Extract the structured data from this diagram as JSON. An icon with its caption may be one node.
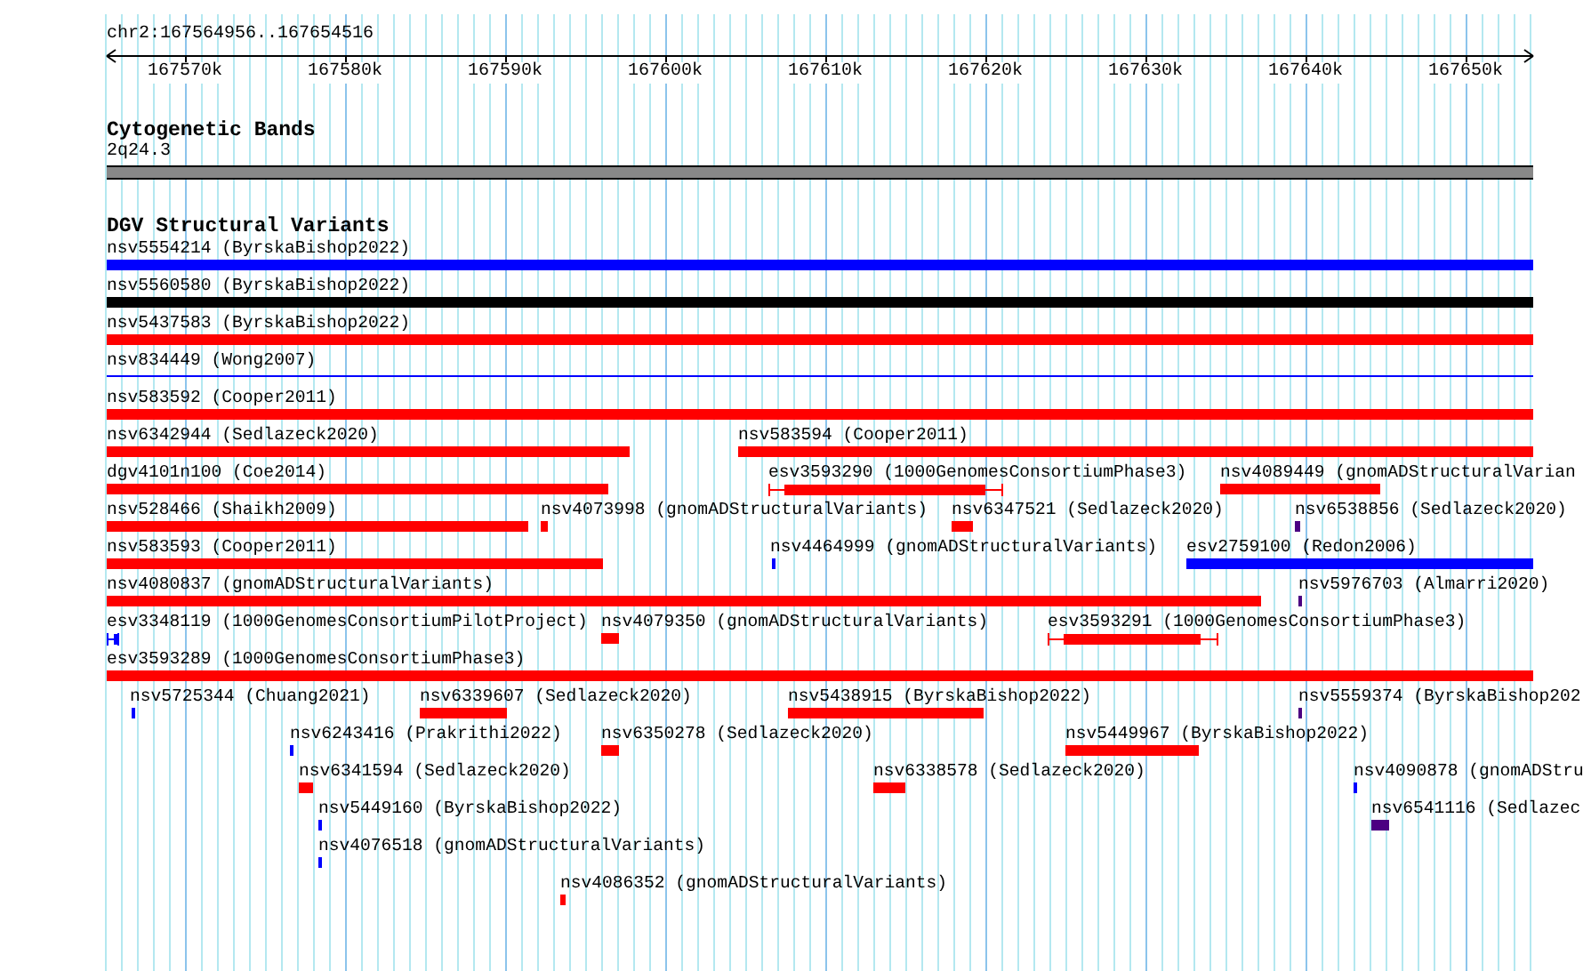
{
  "diagram": {
    "nodes": [
      {
        "text": [
          "2q24.3"
        ]
      },
      {
        "text": [
          "nsv5554214 (ByrskaBishop2022)"
        ]
      },
      {
        "text": [
          "nsv5560580 (ByrskaBishop2022)"
        ]
      },
      {
        "text": [
          "nsv5437583 (ByrskaBishop2022)"
        ]
      },
      {
        "text": [
          "nsv834449 (Wong2007)"
        ]
      },
      {
        "text": [
          "nsv583592 (Cooper2011)"
        ]
      },
      {
        "text": [
          "nsv6342944 (Sedlazeck2020)"
        ]
      },
      {
        "text": [
          "nsv583594 (Cooper2011)"
        ]
      },
      {
        "text": [
          "dgv4101n100 (Coe2014)"
        ]
      },
      {
        "text": [
          "esv3593290 (1000GenomesConsortiumPhase3)"
        ]
      },
      {
        "text": [
          "nsv4089449 (gnomADStructuralVarian"
        ]
      },
      {
        "text": [
          "nsv528466 (Shaikh2009)"
        ]
      },
      {
        "text": [
          "nsv4073998 (gnomADStructuralVariants)"
        ]
      },
      {
        "text": [
          "nsv6347521 (Sedlazeck2020)"
        ]
      },
      {
        "text": [
          "nsv6538856 (Sedlazeck2020)"
        ]
      },
      {
        "text": [
          "nsv583593 (Cooper2011)"
        ]
      },
      {
        "text": [
          "nsv4464999 (gnomADStructuralVariants)"
        ]
      },
      {
        "text": [
          "esv2759100 (Redon2006)"
        ]
      },
      {
        "text": [
          "nsv4080837 (gnomADStructuralVariants)"
        ]
      },
      {
        "text": [
          "nsv5976703 (Almarri2020)"
        ]
      },
      {
        "text": [
          "esv3348119 (1000GenomesConsortiumPilotProject)"
        ]
      },
      {
        "text": [
          "nsv4079350 (gnomADStructuralVariants)"
        ]
      },
      {
        "text": [
          "esv3593291 (1000GenomesConsortiumPhase3)"
        ]
      },
      {
        "text": [
          "esv3593289 (1000GenomesConsortiumPhase3)"
        ]
      },
      {
        "text": [
          "nsv5725344 (Chuang2021)"
        ]
      },
      {
        "text": [
          "nsv6339607 (Sedlazeck2020)"
        ]
      },
      {
        "text": [
          "nsv5438915 (ByrskaBishop2022)"
        ]
      },
      {
        "text": [
          "nsv5559374 (ByrskaBishop202"
        ]
      },
      {
        "text": [
          "nsv6243416 (Prakrithi2022)"
        ]
      },
      {
        "text": [
          "nsv6350278 (Sedlazeck2020)"
        ]
      },
      {
        "text": [
          "nsv5449967 (ByrskaBishop2022)"
        ]
      },
      {
        "text": [
          "nsv6341594 (Sedlazeck2020)"
        ]
      },
      {
        "text": [
          "nsv6338578 (Sedlazeck2020)"
        ]
      },
      {
        "text": [
          "nsv4090878 (gnomADStru"
        ]
      },
      {
        "text": [
          "nsv5449160 (ByrskaBishop2022)"
        ]
      },
      {
        "text": [
          "nsv6541116 (Sedlazec"
        ]
      },
      {
        "text": [
          "nsv4076518 (gnomADStructuralVariants)"
        ]
      },
      {
        "text": [
          "nsv4086352 (gnomADStructuralVariants)"
        ]
      }
    ],
    "labels": [
      "chr2:167564956..167654516",
      "167570k",
      "167580k",
      "167590k",
      "167600k",
      "167610k",
      "167620k",
      "167630k",
      "167640k",
      "167650k",
      "Cytogenetic Bands",
      "DGV Structural Variants"
    ]
  }
}
